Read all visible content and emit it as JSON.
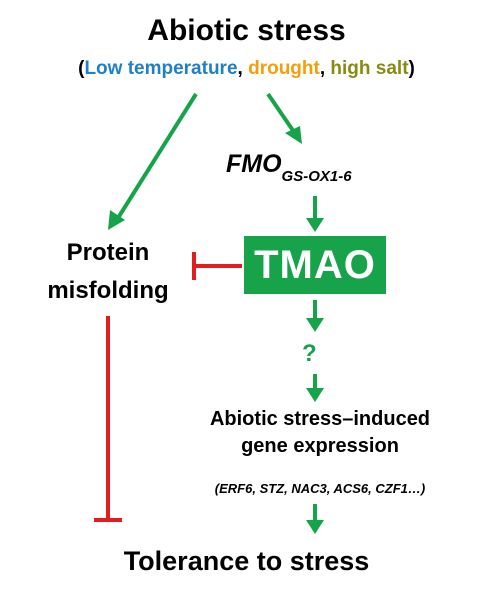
{
  "colors": {
    "green": "#16a34a",
    "red": "#e11d1d",
    "blue": "#1f7fc9",
    "orange": "#f59e0b",
    "olive": "#8a8a12"
  },
  "title": "Abiotic stress",
  "subtitle": {
    "open": "(",
    "low_temperature": "Low temperature",
    "sep1": ", ",
    "drought": "drought",
    "sep2": ", ",
    "high_salt": "high salt",
    "close": ")"
  },
  "fmo": {
    "main": "FMO",
    "sub": "GS-OX1-6"
  },
  "protein_misfolding": {
    "line1": "Protein",
    "line2": "misfolding"
  },
  "tmao": "TMAO",
  "question_mark": "?",
  "gene_expression": {
    "line1": "Abiotic stress–induced",
    "line2": "gene expression"
  },
  "gene_list": "(ERF6, STZ, NAC3, ACS6, CZF1…)",
  "tolerance": "Tolerance to stress"
}
